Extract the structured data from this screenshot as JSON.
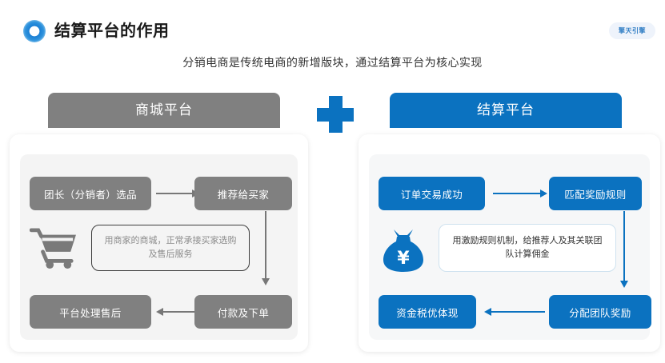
{
  "header": {
    "title": "结算平台的作用",
    "brand_badge": "擎天引擎",
    "logo_icon": "ring-logo-icon"
  },
  "subtitle": "分销电商是传统电商的新增版块，通过结算平台为核心实现",
  "divider": {
    "icon": "plus-icon",
    "color": "#0b72c0"
  },
  "colors": {
    "gray": "#808080",
    "blue": "#0b72c0",
    "panel_bg": "#f4f4f4",
    "card_bg": "#ffffff"
  },
  "panels": [
    {
      "key": "mall",
      "header": "商城平台",
      "header_color": "#808080",
      "icon": "shopping-cart-icon",
      "note": "用商家的商城，正常承接买家选购及售后服务",
      "steps": [
        {
          "label": "团长（分销者）选品",
          "pos": "top-left"
        },
        {
          "label": "推荐给买家",
          "pos": "top-right"
        },
        {
          "label": "付款及下单",
          "pos": "bottom-right"
        },
        {
          "label": "平台处理售后",
          "pos": "bottom-left"
        }
      ],
      "arrows": [
        {
          "name": "arrow-top-right",
          "direction": "right"
        },
        {
          "name": "arrow-side-down",
          "direction": "down"
        },
        {
          "name": "arrow-bottom-left",
          "direction": "left"
        }
      ]
    },
    {
      "key": "settlement",
      "header": "结算平台",
      "header_color": "#0b72c0",
      "icon": "money-bag-icon",
      "note": "用激励规则机制，给推荐人及其关联团队计算佣金",
      "steps": [
        {
          "label": "订单交易成功",
          "pos": "top-left"
        },
        {
          "label": "匹配奖励规则",
          "pos": "top-right"
        },
        {
          "label": "分配团队奖励",
          "pos": "bottom-right"
        },
        {
          "label": "资金税优体现",
          "pos": "bottom-left"
        }
      ],
      "arrows": [
        {
          "name": "arrow-top-right",
          "direction": "right"
        },
        {
          "name": "arrow-side-down",
          "direction": "down"
        },
        {
          "name": "arrow-bottom-left",
          "direction": "left"
        }
      ]
    }
  ]
}
